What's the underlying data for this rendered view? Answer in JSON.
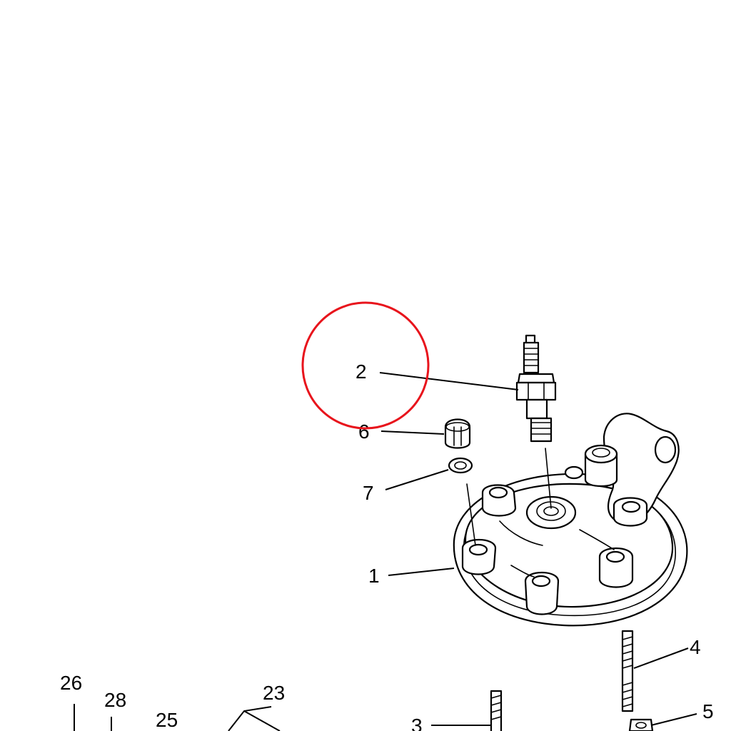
{
  "callouts": {
    "c1": "1",
    "c2": "2",
    "c3": "3",
    "c4": "4",
    "c5": "5",
    "c6": "6",
    "c7": "7",
    "c23": "23",
    "c25": "25",
    "c26": "26",
    "c28": "28"
  },
  "highlight": {
    "color": "#e8141c",
    "target": "2"
  },
  "colors": {
    "line": "#000000",
    "background": "#ffffff"
  }
}
